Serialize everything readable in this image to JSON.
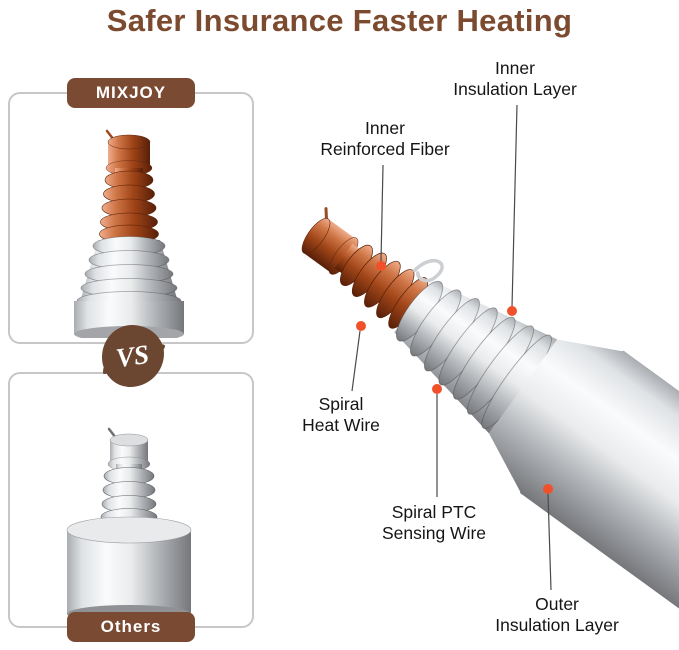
{
  "title": "Safer Insurance Faster Heating",
  "comparison": {
    "mixjoy_badge": "MIXJOY",
    "vs_label": "VS",
    "others_badge": "Others"
  },
  "callouts": {
    "inner_insulation_layer": "Inner\nInsulation Layer",
    "inner_reinforced_fiber": "Inner\nReinforced Fiber",
    "spiral_heat_wire": "Spiral\nHeat Wire",
    "spiral_ptc_sensing_wire": "Spiral PTC\nSensing Wire",
    "outer_insulation_layer": "Outer\nInsulation Layer"
  },
  "colors": {
    "title_brown": "#7b4a2f",
    "badge_brown": "#7b4a33",
    "vs_brown": "#6b4630",
    "callout_dot_orange": "#f0512a",
    "copper": "#a04518",
    "steel_gray": "#c7c9cc"
  }
}
